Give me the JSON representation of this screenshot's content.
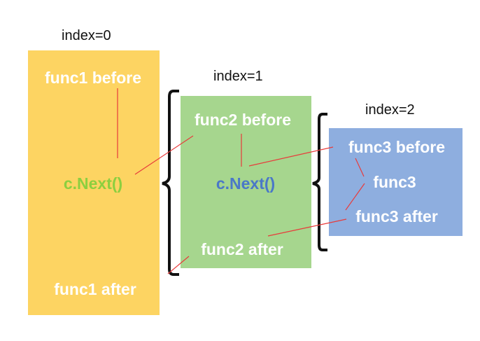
{
  "colors": {
    "box1": "#fdd462",
    "box2": "#a6d68e",
    "box3": "#8eaedf",
    "arrow": "#e83b3b",
    "bracket": "#111111",
    "next_green": "#8ccf3f",
    "next_blue": "#4a78c8"
  },
  "frame1": {
    "index_label": "index=0",
    "before": "func1 before",
    "next": "c.Next()",
    "after": "func1 after"
  },
  "frame2": {
    "index_label": "index=1",
    "before": "func2 before",
    "next": "c.Next()",
    "after": "func2 after"
  },
  "frame3": {
    "index_label": "index=2",
    "before": "func3 before",
    "body": "func3",
    "after": "func3 after"
  }
}
